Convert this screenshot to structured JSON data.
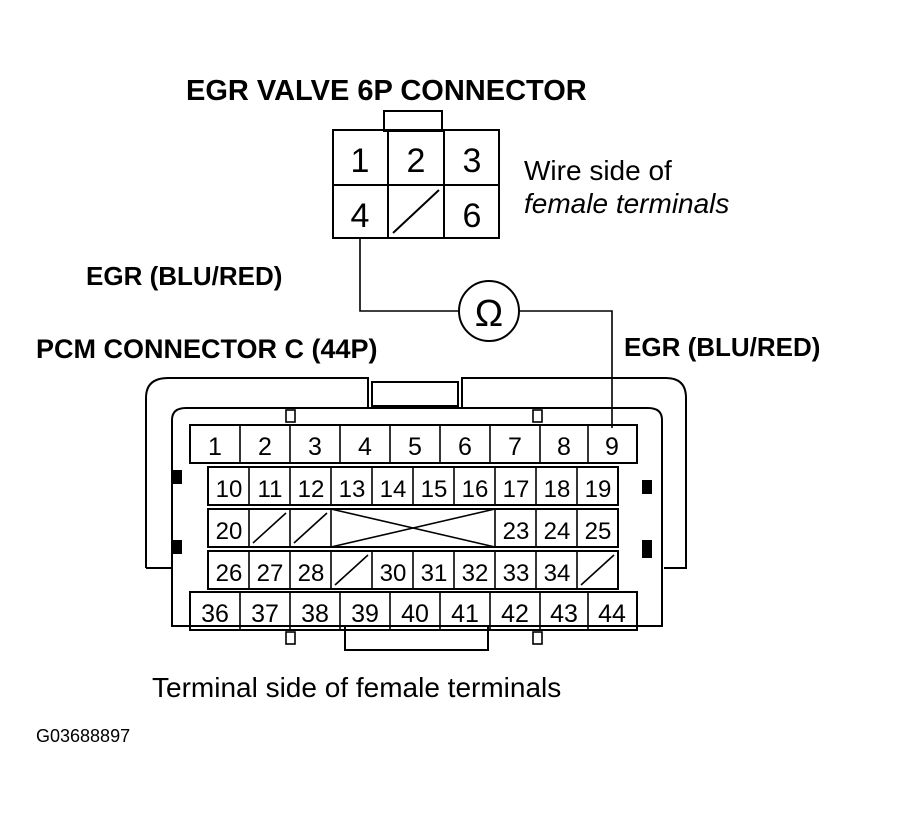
{
  "egr_connector": {
    "title": "EGR VALVE 6P CONNECTOR",
    "side_note_line1": "Wire side of",
    "side_note_line2": "female terminals",
    "pins": [
      "1",
      "2",
      "3",
      "4",
      "",
      "6"
    ]
  },
  "wire_labels": {
    "left": "EGR (BLU/RED)",
    "right": "EGR (BLU/RED)"
  },
  "meter": {
    "symbol": "Ω"
  },
  "pcm_connector": {
    "title": "PCM CONNECTOR C (44P)",
    "row1": [
      "1",
      "2",
      "3",
      "4",
      "5",
      "6",
      "7",
      "8",
      "9"
    ],
    "row2": [
      "10",
      "11",
      "12",
      "13",
      "14",
      "15",
      "16",
      "17",
      "18",
      "19"
    ],
    "row3": [
      "20",
      "",
      "",
      "",
      "",
      "",
      "23",
      "24",
      "25"
    ],
    "row4": [
      "26",
      "27",
      "28",
      "",
      "30",
      "31",
      "32",
      "33",
      "34",
      ""
    ],
    "row5": [
      "36",
      "37",
      "38",
      "39",
      "40",
      "41",
      "42",
      "43",
      "44"
    ],
    "bottom_note": "Terminal side of female terminals"
  },
  "figure_id": "G03688897"
}
